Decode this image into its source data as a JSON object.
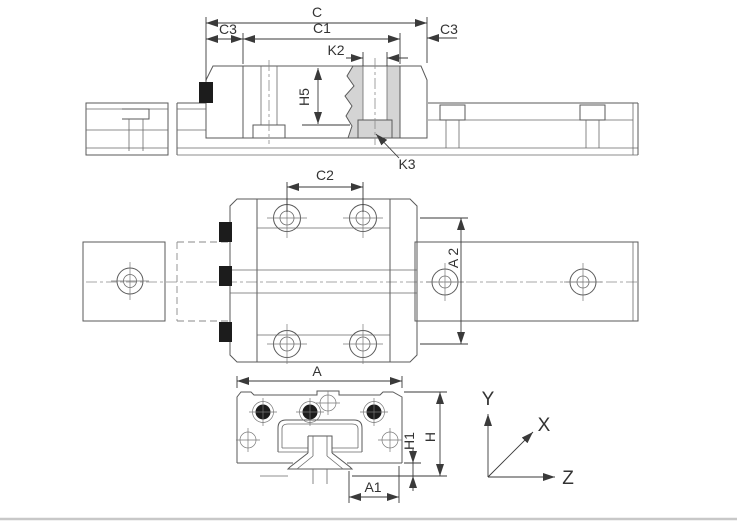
{
  "drawing": {
    "background": "#ffffff",
    "colors": {
      "geometry_line": "#5a5a5a",
      "dimension_line": "#3a3a3a",
      "label_text": "#333333",
      "shaded_fill": "#d4d4d4",
      "solid_fill": "#1c1c1c",
      "page_divider": "#c8c8c8"
    },
    "side_view": {
      "labels": {
        "c": "C",
        "c1": "C1",
        "c3_left": "C3",
        "c3_right": "C3",
        "k2": "K2",
        "h5": "H5",
        "k3": "K3"
      }
    },
    "plan_view": {
      "labels": {
        "c2": "C2",
        "a2": "A 2"
      }
    },
    "section_view": {
      "labels": {
        "a": "A",
        "a1": "A1",
        "h1": "H1",
        "h": "H"
      }
    },
    "axes": {
      "labels": {
        "x": "X",
        "y": "Y",
        "z": "Z"
      }
    }
  }
}
